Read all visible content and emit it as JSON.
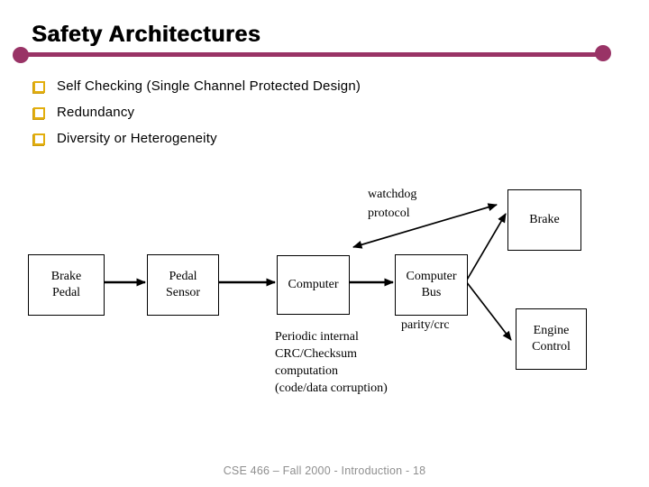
{
  "slide": {
    "title": "Safety Architectures",
    "accent_color": "#993366",
    "bullet_accent_color": "#e2ae0e",
    "footer": "CSE 466 – Fall 2000 - Introduction - 18"
  },
  "bullets": [
    {
      "label": "Self Checking (Single Channel Protected Design)"
    },
    {
      "label": "Redundancy"
    },
    {
      "label": "Diversity or Heterogeneity"
    }
  ],
  "diagram": {
    "boxes": [
      {
        "id": "brake-pedal",
        "label": "Brake\nPedal"
      },
      {
        "id": "pedal-sensor",
        "label": "Pedal\nSensor"
      },
      {
        "id": "computer",
        "label": "Computer"
      },
      {
        "id": "computer-bus",
        "label": "Computer\nBus"
      },
      {
        "id": "brake",
        "label": "Brake"
      },
      {
        "id": "engine-control",
        "label": "Engine\nControl"
      }
    ],
    "labels": {
      "watchdog": "watchdog\nprotocol",
      "parity": "parity/crc",
      "periodic": "Periodic internal\nCRC/Checksum\ncomputation\n(code/data corruption)"
    }
  }
}
